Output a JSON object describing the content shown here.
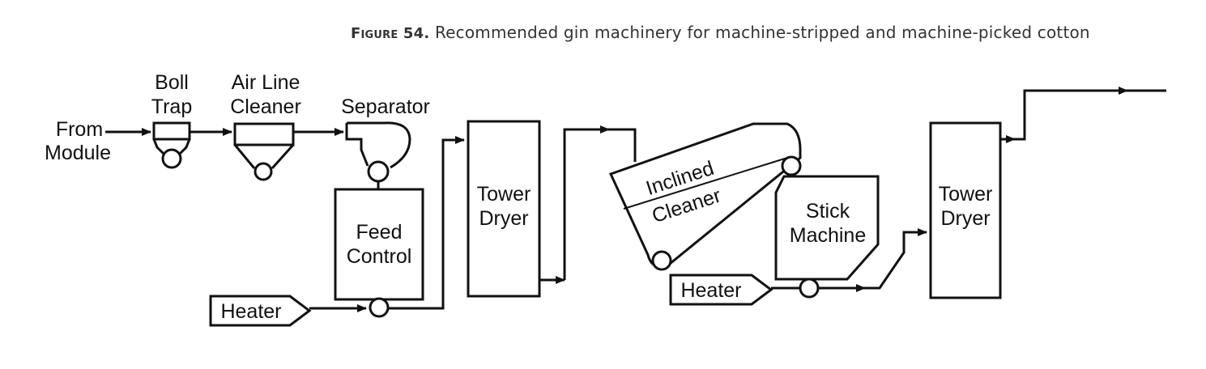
{
  "caption": {
    "figure_label": "Figure 54.",
    "text": "Recommended gin machinery for machine-stripped and machine-picked cotton"
  },
  "labels": {
    "from_line1": "From",
    "from_line2": "Module",
    "boll_trap_line1": "Boll",
    "boll_trap_line2": "Trap",
    "air_line_cleaner_line1": "Air Line",
    "air_line_cleaner_line2": "Cleaner",
    "separator": "Separator",
    "feed_control_line1": "Feed",
    "feed_control_line2": "Control",
    "heater_1": "Heater",
    "tower_dryer_1_line1": "Tower",
    "tower_dryer_1_line2": "Dryer",
    "inclined_cleaner_line1": "Inclined",
    "inclined_cleaner_line2": "Cleaner",
    "stick_machine_line1": "Stick",
    "stick_machine_line2": "Machine",
    "heater_2": "Heater",
    "tower_dryer_2_line1": "Tower",
    "tower_dryer_2_line2": "Dryer"
  }
}
